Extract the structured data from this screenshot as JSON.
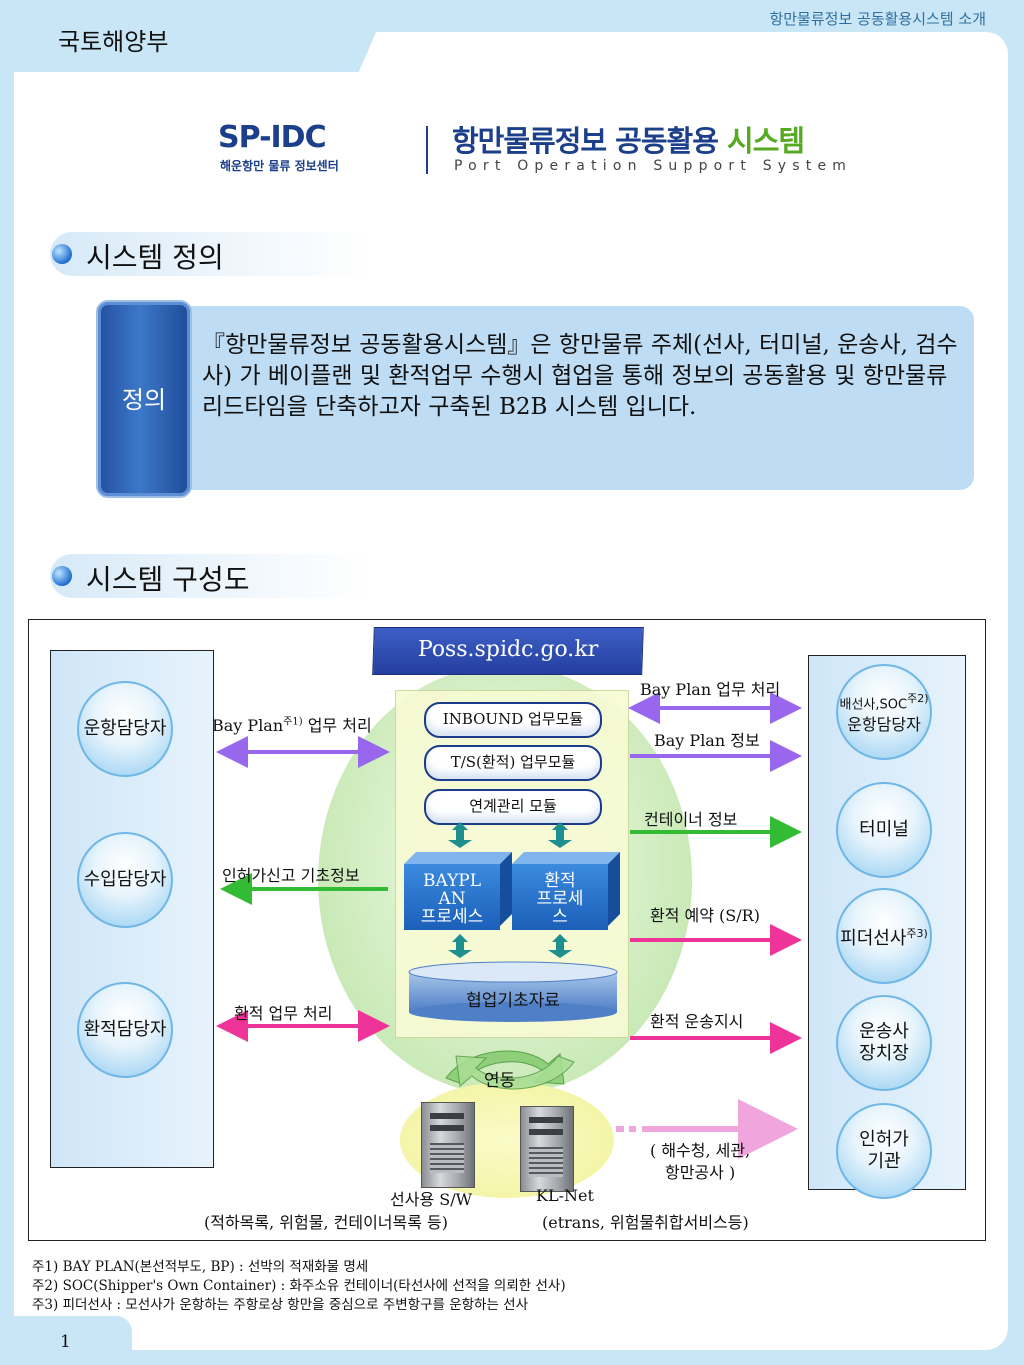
{
  "header": {
    "ministry": "국토해양부",
    "doc_title": "항만물류정보 공동활용시스템 소개"
  },
  "logo": {
    "sp_idc": "SP-IDC",
    "sp_idc_sub": "해운항만 물류 정보센터",
    "main_title_blue": "항만물류정보 공동활용",
    "main_title_green": "시스템",
    "english": "Port Operation Support System"
  },
  "section1": {
    "title": "시스템 정의",
    "badge": "정의",
    "text": "『항만물류정보 공동활용시스템』은 항만물류 주체(선사, 터미널, 운송사, 검수사) 가 베이플랜 및 환적업무 수행시 협업을 통해 정보의 공동활용 및 항만물류 리드타임을 단축하고자 구축된 B2B 시스템 입니다."
  },
  "section2": {
    "title": "시스템 구성도"
  },
  "diagram": {
    "url": "Poss.spidc.go.kr",
    "left_nodes": [
      "운항담당자",
      "수입담당자",
      "환적담당자"
    ],
    "right_nodes": {
      "n1_line1": "배선사,SOC",
      "n1_sup": "주2)",
      "n1_line2": "운항담당자",
      "n2": "터미널",
      "n3": "피더선사",
      "n3_sup": "주3)",
      "n4_line1": "운송사",
      "n4_line2": "장치장",
      "n5_line1": "인허가",
      "n5_line2": "기관"
    },
    "modules": [
      "INBOUND 업무모듈",
      "T/S(환적) 업무모듈",
      "연계관리 모듈"
    ],
    "proc_bayplan": [
      "BAYPL",
      "AN",
      "프로세스"
    ],
    "proc_transship": [
      "환적",
      "프로세",
      "스"
    ],
    "db": "협업기초자료",
    "link": "연동",
    "left_labels": {
      "l1_a": "Bay Plan",
      "l1_sup": "주1)",
      "l1_b": " 업무 처리",
      "l2": "인허가신고 기초정보",
      "l3": "환적 업무 처리"
    },
    "right_labels": {
      "r1": "Bay Plan 업무 처리",
      "r2": "Bay Plan 정보",
      "r3": "컨테이너 정보",
      "r4": "환적 예약 (S/R)",
      "r5": "환적 운송지시",
      "r6_line1": "( 해수청, 세관,",
      "r6_line2": "항만공사 )"
    },
    "server_labels": {
      "s1_title": "선사용 S/W",
      "s1_sub": "(적하목록, 위험물, 컨테이너목록 등)",
      "s2_title": "KL-Net",
      "s2_sub": "(etrans, 위험물취합서비스등)"
    },
    "colors": {
      "purple": "#9966ee",
      "green": "#33bb33",
      "pink": "#ee3399",
      "light_pink": "#f0a6dc"
    }
  },
  "footnotes": [
    "주1) BAY PLAN(본선적부도, BP) : 선박의 적재화물 명세",
    "주2) SOC(Shipper's Own Container) : 화주소유 컨테이너(타선사에 선적을 의뢰한 선사)",
    "주3) 피더선사 : 모선사가 운항하는 주항로상 항만을 중심으로 주변항구를 운항하는 선사"
  ],
  "page_number": "1"
}
